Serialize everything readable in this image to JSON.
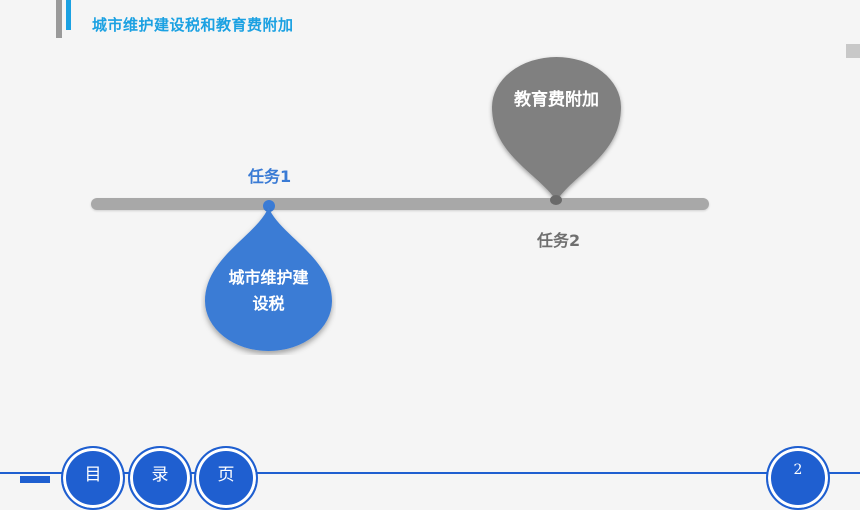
{
  "header": {
    "title": "城市维护建设税和教育费附加"
  },
  "timeline": {
    "tasks": [
      {
        "label": "任务1",
        "bubble_text": "城市维护建设税",
        "color": "#3a7bd5"
      },
      {
        "label": "任务2",
        "bubble_text": "教育费附加",
        "color": "#7f7f7f"
      }
    ]
  },
  "footer": {
    "nav": [
      "目",
      "录",
      "页"
    ],
    "page_number": "2",
    "accent": "#1f5fd0"
  }
}
